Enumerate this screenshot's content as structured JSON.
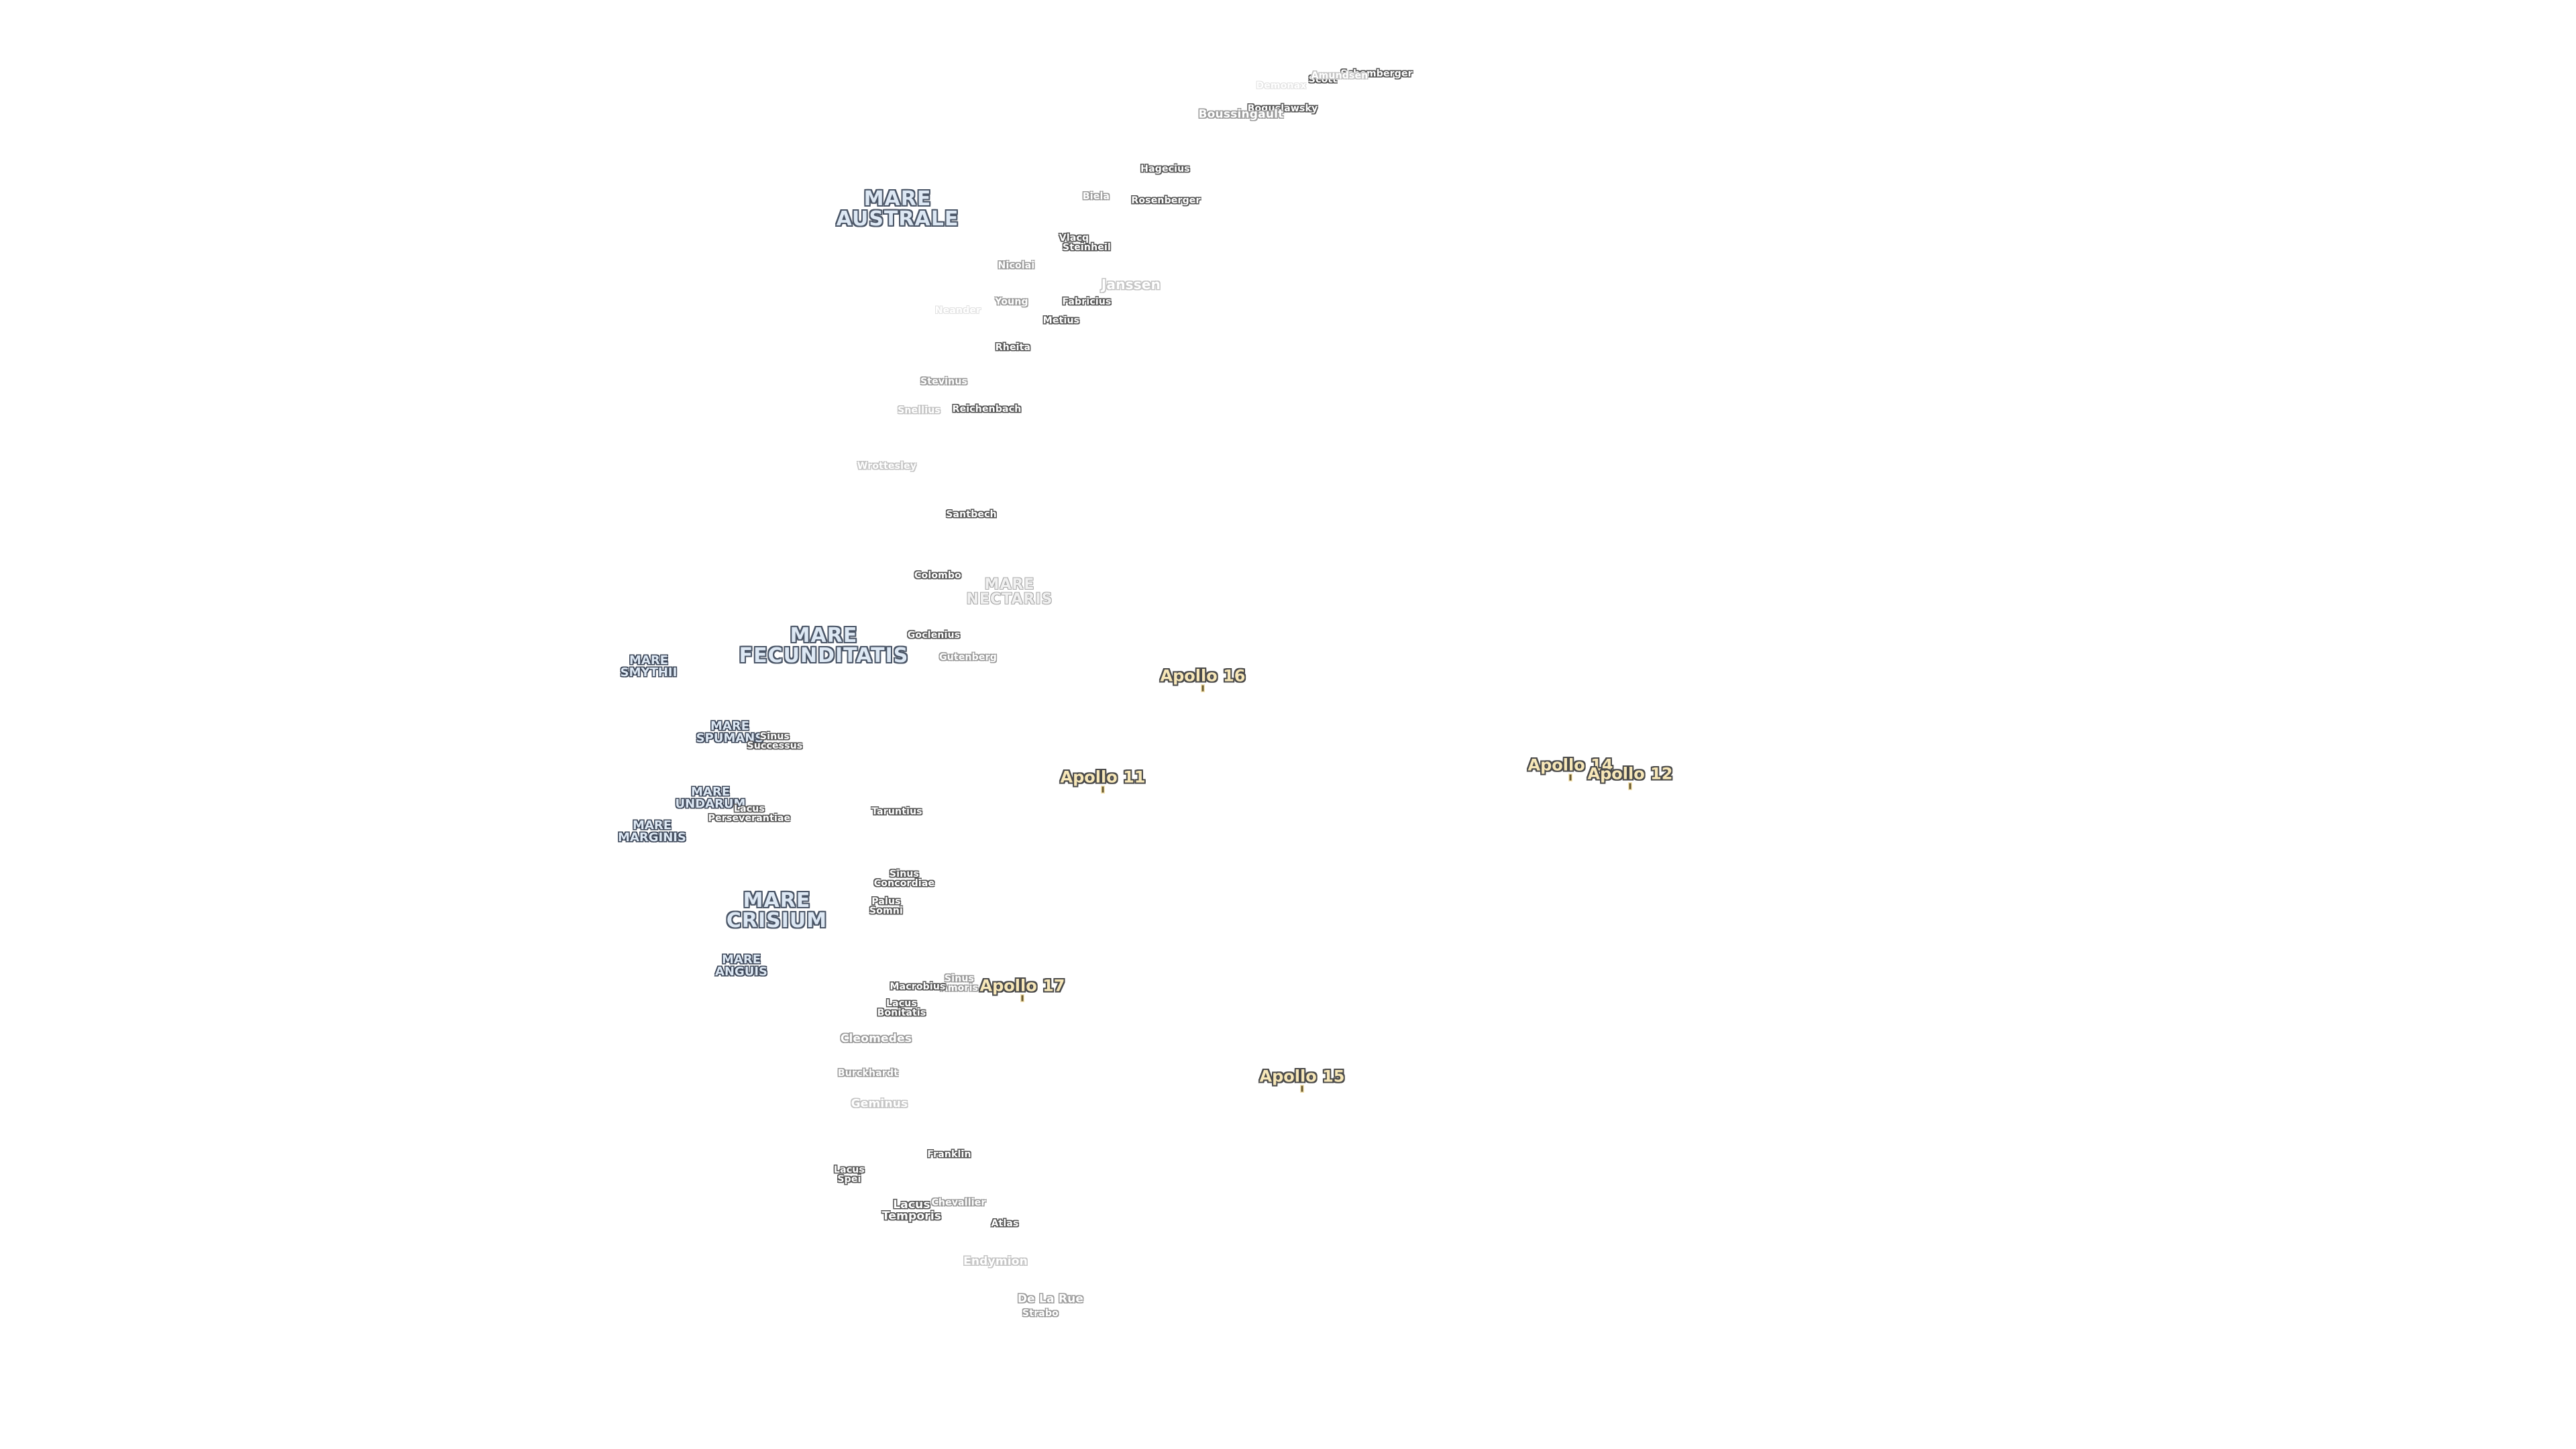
{
  "colors": {
    "background": "#ffffff",
    "mare_text": "#dde8f4",
    "mare_halo": "#4a5566",
    "crater_text": "#ffffff",
    "crater_halo": "#555555",
    "apollo_text": "#f7e7b8",
    "apollo_halo": "#4b4b4b"
  },
  "labels": [
    {
      "id": "mare-australe",
      "lines": [
        "MARE",
        "AUSTRALE"
      ],
      "kind": "mare"
    },
    {
      "id": "mare-nectaris",
      "lines": [
        "MARE",
        "NECTARIS"
      ],
      "kind": "mare-faded"
    },
    {
      "id": "mare-fecunditatis",
      "lines": [
        "MARE",
        "FECUNDITATIS"
      ],
      "kind": "mare"
    },
    {
      "id": "mare-smythii",
      "lines": [
        "MARE",
        "SMYTHII"
      ],
      "kind": "mare-small"
    },
    {
      "id": "mare-spumans",
      "lines": [
        "MARE",
        "SPUMANS"
      ],
      "kind": "mare-small"
    },
    {
      "id": "sinus-successus",
      "lines": [
        "Sinus",
        "Successus"
      ],
      "kind": "crater"
    },
    {
      "id": "mare-undarum",
      "lines": [
        "MARE",
        "UNDARUM"
      ],
      "kind": "mare-small"
    },
    {
      "id": "lacus-perseverantiae",
      "lines": [
        "Lacus",
        "Perseverantiae"
      ],
      "kind": "crater"
    },
    {
      "id": "mare-marginis",
      "lines": [
        "MARE",
        "MARGINIS"
      ],
      "kind": "mare-small"
    },
    {
      "id": "mare-crisium",
      "lines": [
        "MARE",
        "CRISIUM"
      ],
      "kind": "mare"
    },
    {
      "id": "mare-anguis",
      "lines": [
        "MARE",
        "ANGUIS"
      ],
      "kind": "mare-small"
    },
    {
      "id": "sinus-concordiae",
      "lines": [
        "Sinus",
        "Concordiae"
      ],
      "kind": "crater"
    },
    {
      "id": "palus-somni",
      "lines": [
        "Palus",
        "Somni"
      ],
      "kind": "crater"
    },
    {
      "id": "sinus-amoris",
      "lines": [
        "Sinus",
        "Amoris"
      ],
      "kind": "crater-f1"
    },
    {
      "id": "lacus-bonitatis",
      "lines": [
        "Lacus",
        "Bonitatis"
      ],
      "kind": "crater"
    },
    {
      "id": "lacus-spei",
      "lines": [
        "Lacus",
        "Spei"
      ],
      "kind": "crater"
    },
    {
      "id": "lacus-temporis",
      "lines": [
        "Lacus",
        "Temporis"
      ],
      "kind": "crater-mid"
    },
    {
      "id": "schomberger",
      "lines": [
        "Schomberger"
      ],
      "kind": "crater"
    },
    {
      "id": "scott",
      "lines": [
        "Scott"
      ],
      "kind": "crater"
    },
    {
      "id": "amundsen",
      "lines": [
        "Amundsen"
      ],
      "kind": "crater-f2"
    },
    {
      "id": "demonax",
      "lines": [
        "Demonax"
      ],
      "kind": "crater-f3"
    },
    {
      "id": "boguslawsky",
      "lines": [
        "Boguslawsky"
      ],
      "kind": "crater"
    },
    {
      "id": "boussingault",
      "lines": [
        "Boussingault"
      ],
      "kind": "crater-f1-mid"
    },
    {
      "id": "hagecius",
      "lines": [
        "Hagecius"
      ],
      "kind": "crater"
    },
    {
      "id": "biela",
      "lines": [
        "Biela"
      ],
      "kind": "crater-f1"
    },
    {
      "id": "rosenberger",
      "lines": [
        "Rosenberger"
      ],
      "kind": "crater"
    },
    {
      "id": "vlacq",
      "lines": [
        "Vlacq"
      ],
      "kind": "crater"
    },
    {
      "id": "steinheil",
      "lines": [
        "Steinheil"
      ],
      "kind": "crater"
    },
    {
      "id": "nicolai",
      "lines": [
        "Nicolai"
      ],
      "kind": "crater-f1"
    },
    {
      "id": "janssen",
      "lines": [
        "Janssen"
      ],
      "kind": "crater-f2-big"
    },
    {
      "id": "young",
      "lines": [
        "Young"
      ],
      "kind": "crater-f1"
    },
    {
      "id": "fabricius",
      "lines": [
        "Fabricius"
      ],
      "kind": "crater"
    },
    {
      "id": "neander",
      "lines": [
        "Neander"
      ],
      "kind": "crater-f3"
    },
    {
      "id": "metius",
      "lines": [
        "Metius"
      ],
      "kind": "crater"
    },
    {
      "id": "rheita",
      "lines": [
        "Rheita"
      ],
      "kind": "crater"
    },
    {
      "id": "stevinus",
      "lines": [
        "Stevinus"
      ],
      "kind": "crater-f1"
    },
    {
      "id": "snellius",
      "lines": [
        "Snellius"
      ],
      "kind": "crater-f2"
    },
    {
      "id": "reichenbach",
      "lines": [
        "Reichenbach"
      ],
      "kind": "crater"
    },
    {
      "id": "wrottesley",
      "lines": [
        "Wrottesley"
      ],
      "kind": "crater-f2"
    },
    {
      "id": "santbech",
      "lines": [
        "Santbech"
      ],
      "kind": "crater"
    },
    {
      "id": "colombo",
      "lines": [
        "Colombo"
      ],
      "kind": "crater"
    },
    {
      "id": "goclenius",
      "lines": [
        "Goclenius"
      ],
      "kind": "crater"
    },
    {
      "id": "gutenberg",
      "lines": [
        "Gutenberg"
      ],
      "kind": "crater-f1"
    },
    {
      "id": "taruntius",
      "lines": [
        "Taruntius"
      ],
      "kind": "crater"
    },
    {
      "id": "macrobius",
      "lines": [
        "Macrobius"
      ],
      "kind": "crater"
    },
    {
      "id": "cleomedes",
      "lines": [
        "Cleomedes"
      ],
      "kind": "crater-f1-mid"
    },
    {
      "id": "burckhardt",
      "lines": [
        "Burckhardt"
      ],
      "kind": "crater-f1"
    },
    {
      "id": "geminus",
      "lines": [
        "Geminus"
      ],
      "kind": "crater-f2-mid"
    },
    {
      "id": "franklin",
      "lines": [
        "Franklin"
      ],
      "kind": "crater"
    },
    {
      "id": "chevallier",
      "lines": [
        "Chevallier"
      ],
      "kind": "crater-f1"
    },
    {
      "id": "atlas",
      "lines": [
        "Atlas"
      ],
      "kind": "crater"
    },
    {
      "id": "endymion",
      "lines": [
        "Endymion"
      ],
      "kind": "crater-f2-mid"
    },
    {
      "id": "de-la-rue",
      "lines": [
        "De La Rue"
      ],
      "kind": "crater-f1-mid"
    },
    {
      "id": "strabo",
      "lines": [
        "Strabo"
      ],
      "kind": "crater-f1"
    },
    {
      "id": "apollo-16",
      "lines": [
        "Apollo 16"
      ],
      "kind": "apollo"
    },
    {
      "id": "apollo-11",
      "lines": [
        "Apollo 11"
      ],
      "kind": "apollo"
    },
    {
      "id": "apollo-14",
      "lines": [
        "Apollo 14"
      ],
      "kind": "apollo"
    },
    {
      "id": "apollo-12",
      "lines": [
        "Apollo 12"
      ],
      "kind": "apollo"
    },
    {
      "id": "apollo-17",
      "lines": [
        "Apollo 17"
      ],
      "kind": "apollo"
    },
    {
      "id": "apollo-15",
      "lines": [
        "Apollo 15"
      ],
      "kind": "apollo"
    }
  ]
}
